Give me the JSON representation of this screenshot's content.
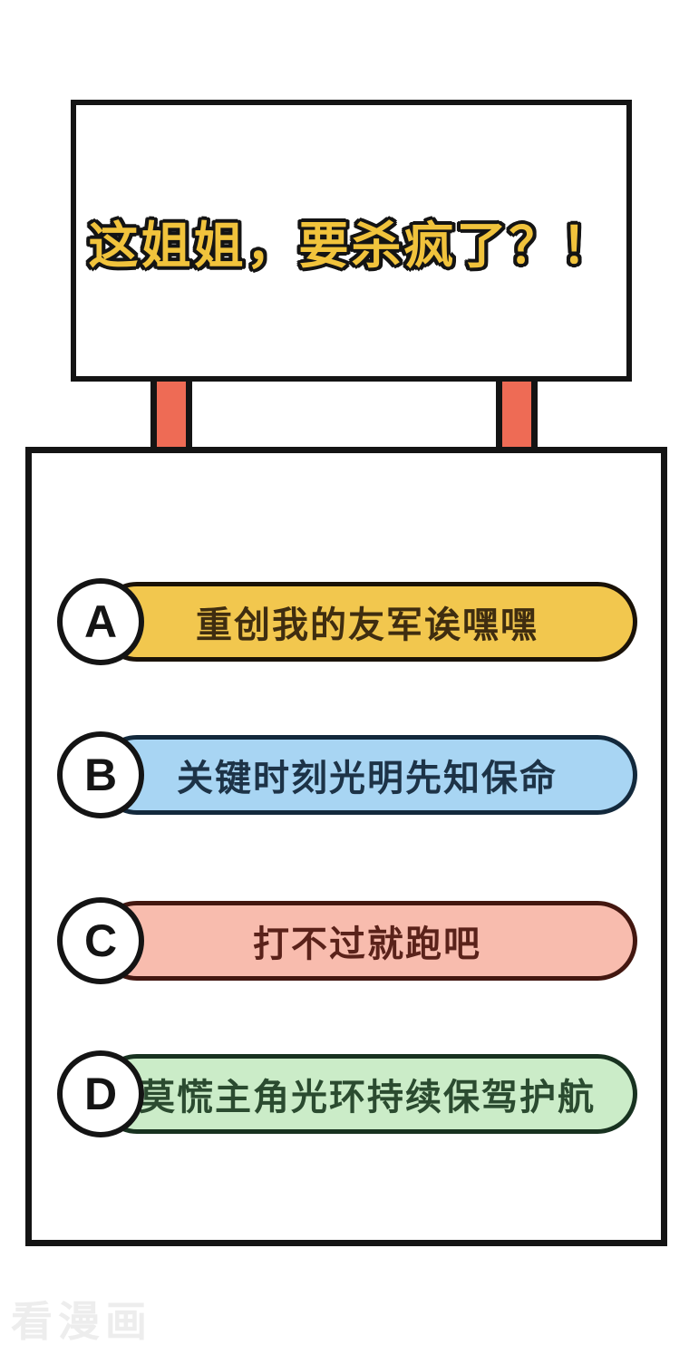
{
  "sign": {
    "title": "这姐姐，要杀疯了？！"
  },
  "options": [
    {
      "letter": "A",
      "label": "重创我的友军诶嘿嘿",
      "fill": "#F2C74E",
      "border": "#1A1208",
      "text_color": "#3F2D10"
    },
    {
      "letter": "B",
      "label": "关键时刻光明先知保命",
      "fill": "#A8D5F3",
      "border": "#13293C",
      "text_color": "#1D3347"
    },
    {
      "letter": "C",
      "label": "打不过就跑吧",
      "fill": "#F8BCAE",
      "border": "#431710",
      "text_color": "#5A221A"
    },
    {
      "letter": "D",
      "label": "莫慌主角光环持续保驾护航",
      "fill": "#CBECC8",
      "border": "#183220",
      "text_color": "#2B4B30"
    }
  ],
  "colors": {
    "background": "#FFFFFF",
    "outline": "#141414",
    "title_text": "#F1C33C",
    "post": "#EE6B55",
    "watermark": "#EDEDED"
  },
  "watermark": {
    "text": "看漫画"
  }
}
